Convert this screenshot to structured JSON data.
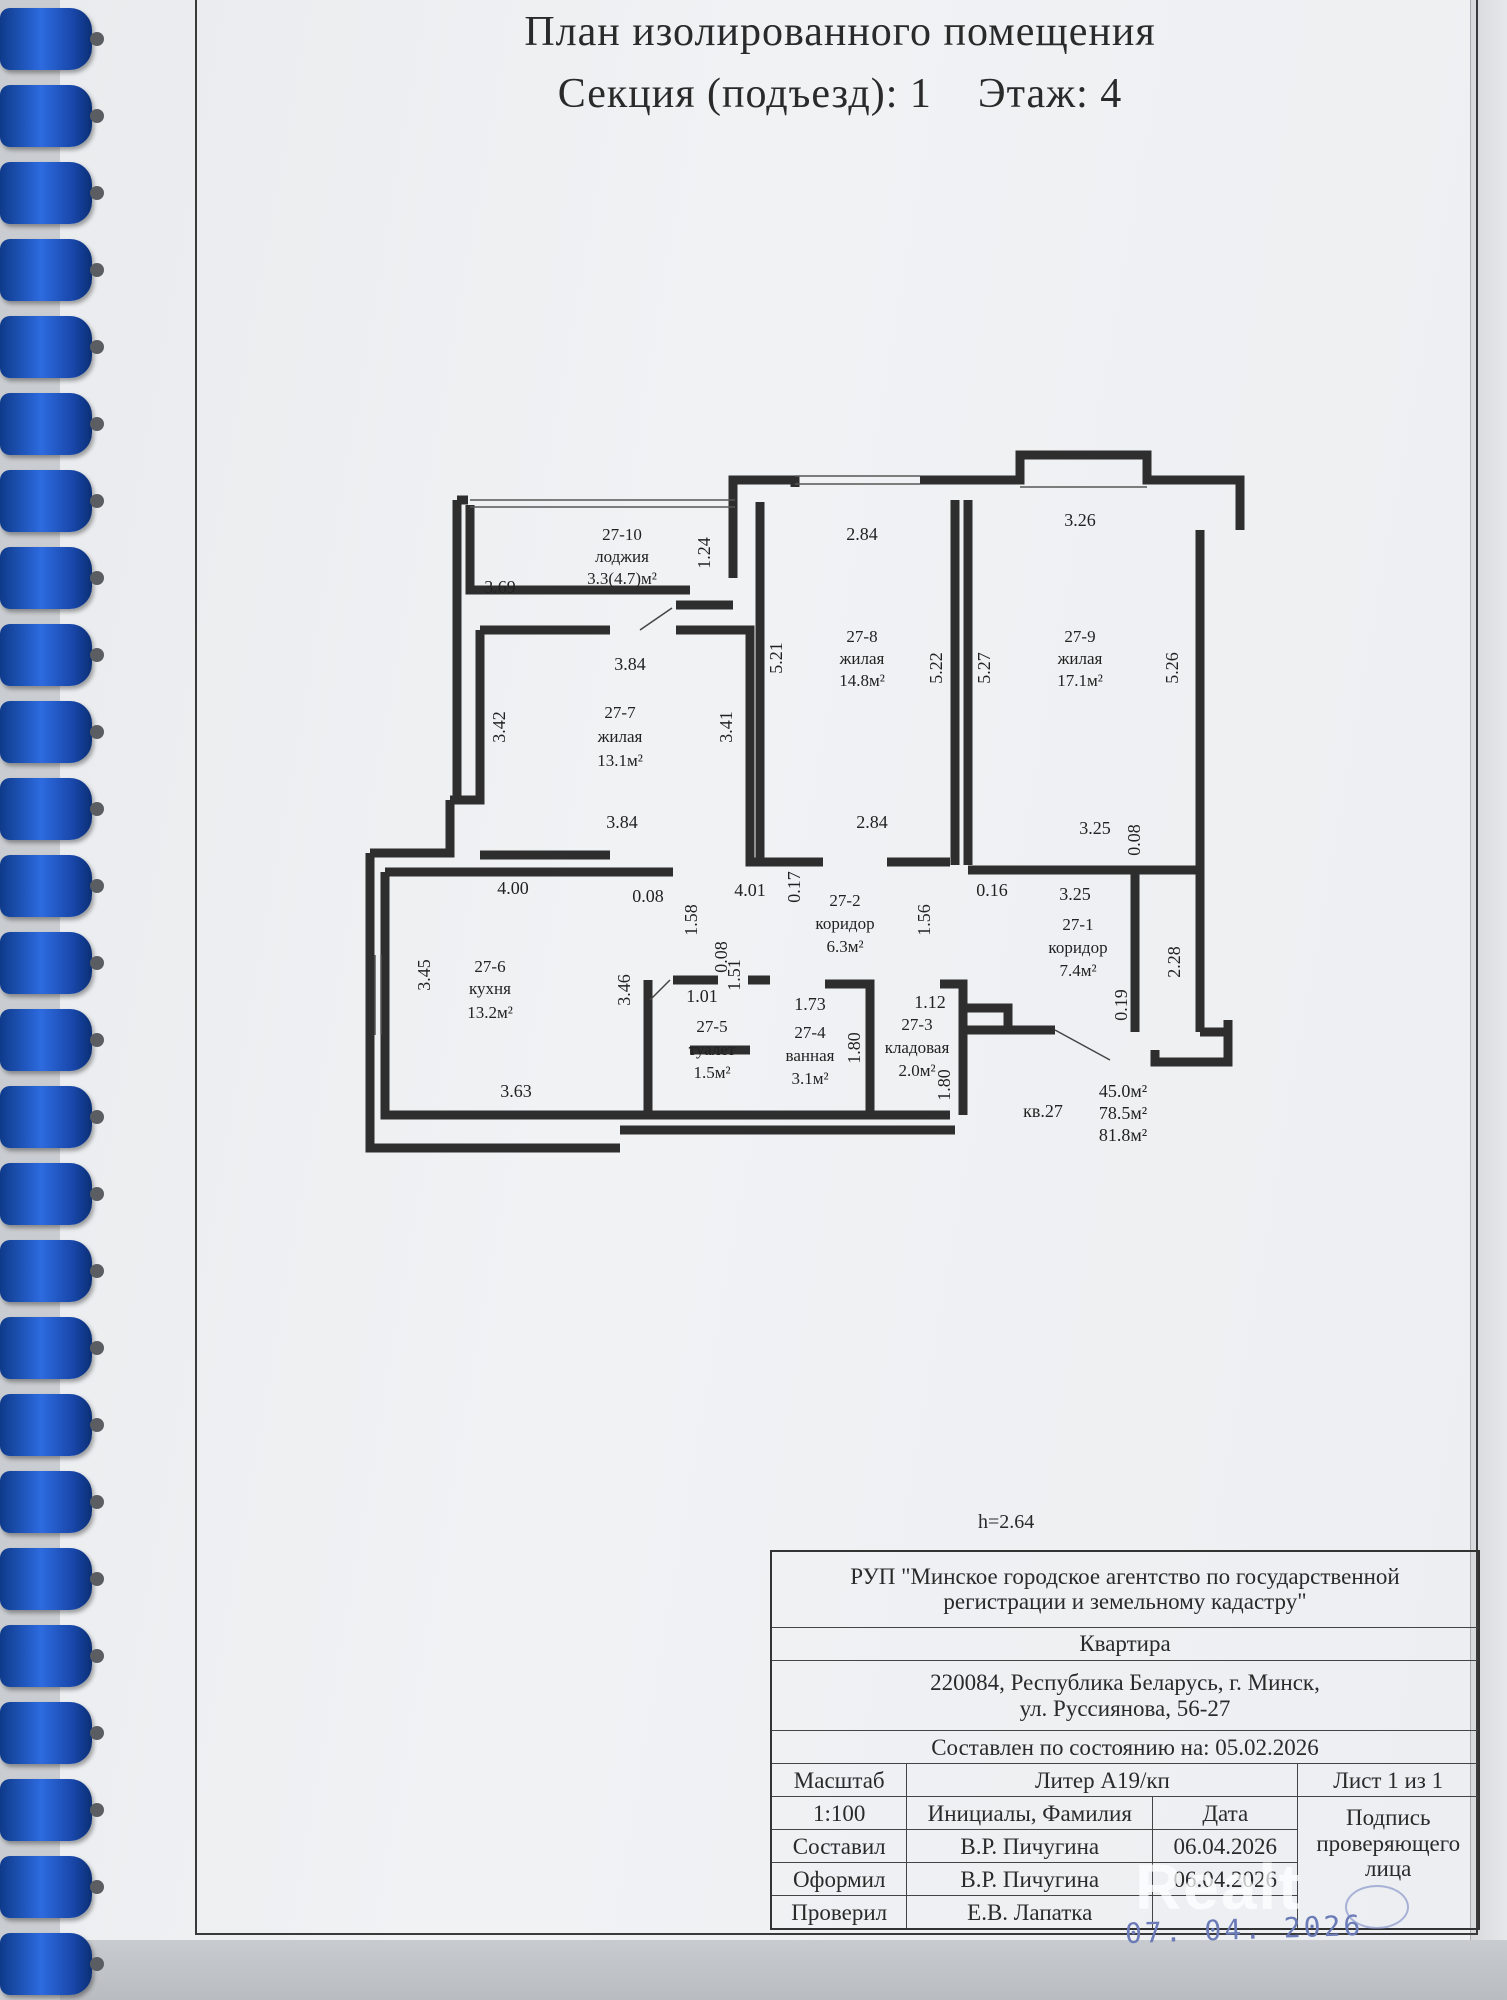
{
  "header": {
    "title": "План изолированного помещения",
    "subtitle": "Секция (подъезд): 1    Этаж: 4"
  },
  "rooms": [
    {
      "id": "27-10",
      "type": "лоджия",
      "area": "3.3(4.7)м²"
    },
    {
      "id": "27-8",
      "type": "жилая",
      "area": "14.8м²"
    },
    {
      "id": "27-9",
      "type": "жилая",
      "area": "17.1м²"
    },
    {
      "id": "27-7",
      "type": "жилая",
      "area": "13.1м²"
    },
    {
      "id": "27-6",
      "type": "кухня",
      "area": "13.2м²"
    },
    {
      "id": "27-2",
      "type": "коридор",
      "area": "6.3м²"
    },
    {
      "id": "27-1",
      "type": "коридор",
      "area": "7.4м²"
    },
    {
      "id": "27-5",
      "type": "туалет",
      "area": "1.5м²"
    },
    {
      "id": "27-4",
      "type": "ванная",
      "area": "3.1м²"
    },
    {
      "id": "27-3",
      "type": "кладовая",
      "area": "2.0м²"
    }
  ],
  "dimensions": {
    "d_3_69": "3.69",
    "d_1_24": "1.24",
    "d_2_84_top": "2.84",
    "d_3_26": "3.26",
    "d_3_84_top": "3.84",
    "d_5_21": "5.21",
    "d_5_22": "5.22",
    "d_5_27": "5.27",
    "d_5_26": "5.26",
    "d_3_42": "3.42",
    "d_3_41": "3.41",
    "d_3_84_bot": "3.84",
    "d_2_84_bot": "2.84",
    "d_3_25_a": "3.25",
    "d_0_08_a": "0.08",
    "d_4_00": "4.00",
    "d_0_08_b": "0.08",
    "d_4_01": "4.01",
    "d_0_17": "0.17",
    "d_0_16": "0.16",
    "d_3_25_b": "3.25",
    "d_1_58": "1.58",
    "d_1_56": "1.56",
    "d_3_45": "3.45",
    "d_3_46": "3.46",
    "d_0_08_c": "0.08",
    "d_2_28": "2.28",
    "d_1_01": "1.01",
    "d_1_51": "1.51",
    "d_1_73": "1.73",
    "d_1_12": "1.12",
    "d_0_19": "0.19",
    "d_1_80_a": "1.80",
    "d_1_80_b": "1.80",
    "d_3_63": "3.63"
  },
  "totals": {
    "apartment": "кв.27",
    "living": "45.0м²",
    "total": "78.5м²",
    "total_with_loggia": "81.8м²",
    "height": "h=2.64"
  },
  "stamp": {
    "org_line1": "РУП \"Минское городское агентство по государственной",
    "org_line2": "регистрации и земельному кадастру\"",
    "object": "Квартира",
    "address_line1": "220084, Республика Беларусь, г. Минск,",
    "address_line2": "ул. Руссиянова, 56-27",
    "state_date": "Составлен по состоянию на: 05.02.2026",
    "scale_label": "Масштаб",
    "liter": "Литер А19/кп",
    "sheet": "Лист  1  из 1",
    "scale_value": "1:100",
    "col_name": "Инициалы, Фамилия",
    "col_date": "Дата",
    "col_sign": "Подпись проверяющего лица",
    "row1_role": "Составил",
    "row1_name": "В.Р. Пичугина",
    "row1_date": "06.04.2026",
    "row2_role": "Оформил",
    "row2_name": "В.Р. Пичугина",
    "row2_date": "06.04.2026",
    "row3_role": "Проверил",
    "row3_name": "Е.В. Лапатка"
  },
  "overlay": {
    "watermark": "Realt",
    "stamp_date": "07. 04. 2026"
  }
}
